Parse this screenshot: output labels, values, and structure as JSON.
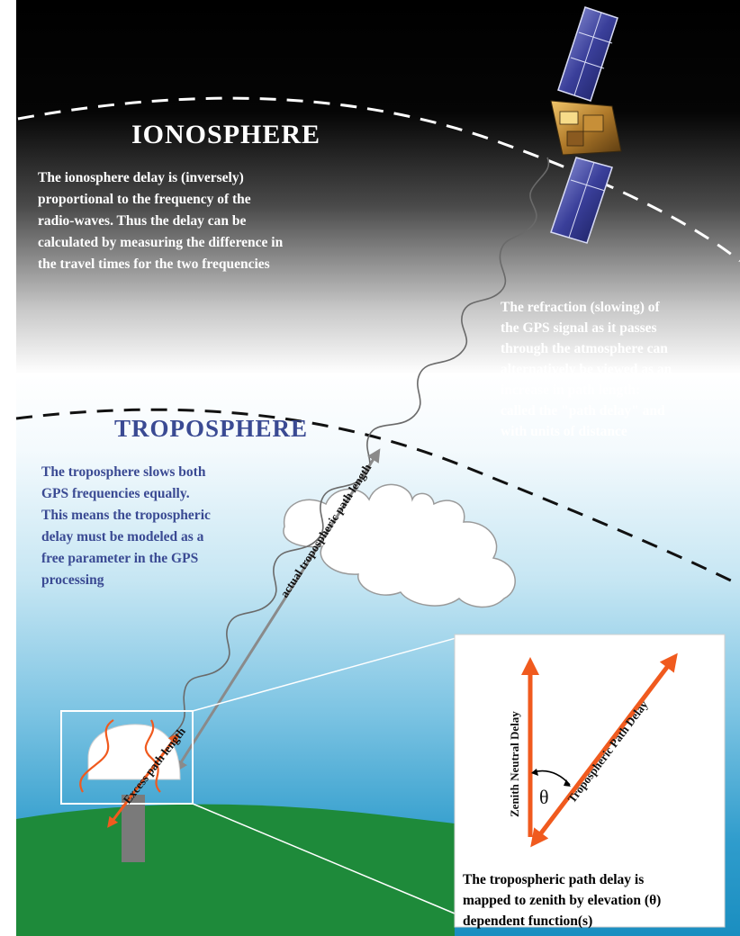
{
  "ionosphere": {
    "title": "IONOSPHERE",
    "lines": [
      "The ionosphere delay is (inversely)",
      "proportional to the frequency of the",
      "radio-waves. Thus the delay can be",
      "calculated by measuring the difference in",
      "the travel times for the two frequencies"
    ]
  },
  "refraction": {
    "lines": [
      "The refraction (slowing) of",
      "the GPS signal as it passes",
      "through the atmosphere can",
      "alternatively be viewed as an",
      "increase in path length:",
      "called the \"path delay\" and",
      "with units of distance"
    ]
  },
  "troposphere": {
    "title": "TROPOSPHERE",
    "lines": [
      "The troposphere slows both",
      "GPS frequencies equally.",
      "This means the tropospheric",
      "delay must be modeled as a",
      "free parameter in the GPS",
      "processing"
    ]
  },
  "labels": {
    "actual_path": "actual tropospheric path length",
    "excess_path": "Excess path length",
    "zenith_delay": "Zenith Neutral Delay",
    "tropo_path_delay": "Tropospheric Path Delay",
    "theta": "θ"
  },
  "zenith_mapping": {
    "lines": [
      "The tropospheric path delay is",
      "mapped to zenith by elevation (θ)",
      "dependent function(s)"
    ]
  },
  "colors": {
    "space": "#000000",
    "sky_light": "#e8f4fa",
    "sky_dark": "#1a8ec0",
    "ground": "#1e8a3a",
    "arrow_orange": "#f05a1e",
    "tropo_blue": "#3a4a93",
    "path_gray": "#8a8a8a"
  },
  "icons": [
    "satellite-icon",
    "gps-antenna-icon",
    "cloud-icon"
  ]
}
